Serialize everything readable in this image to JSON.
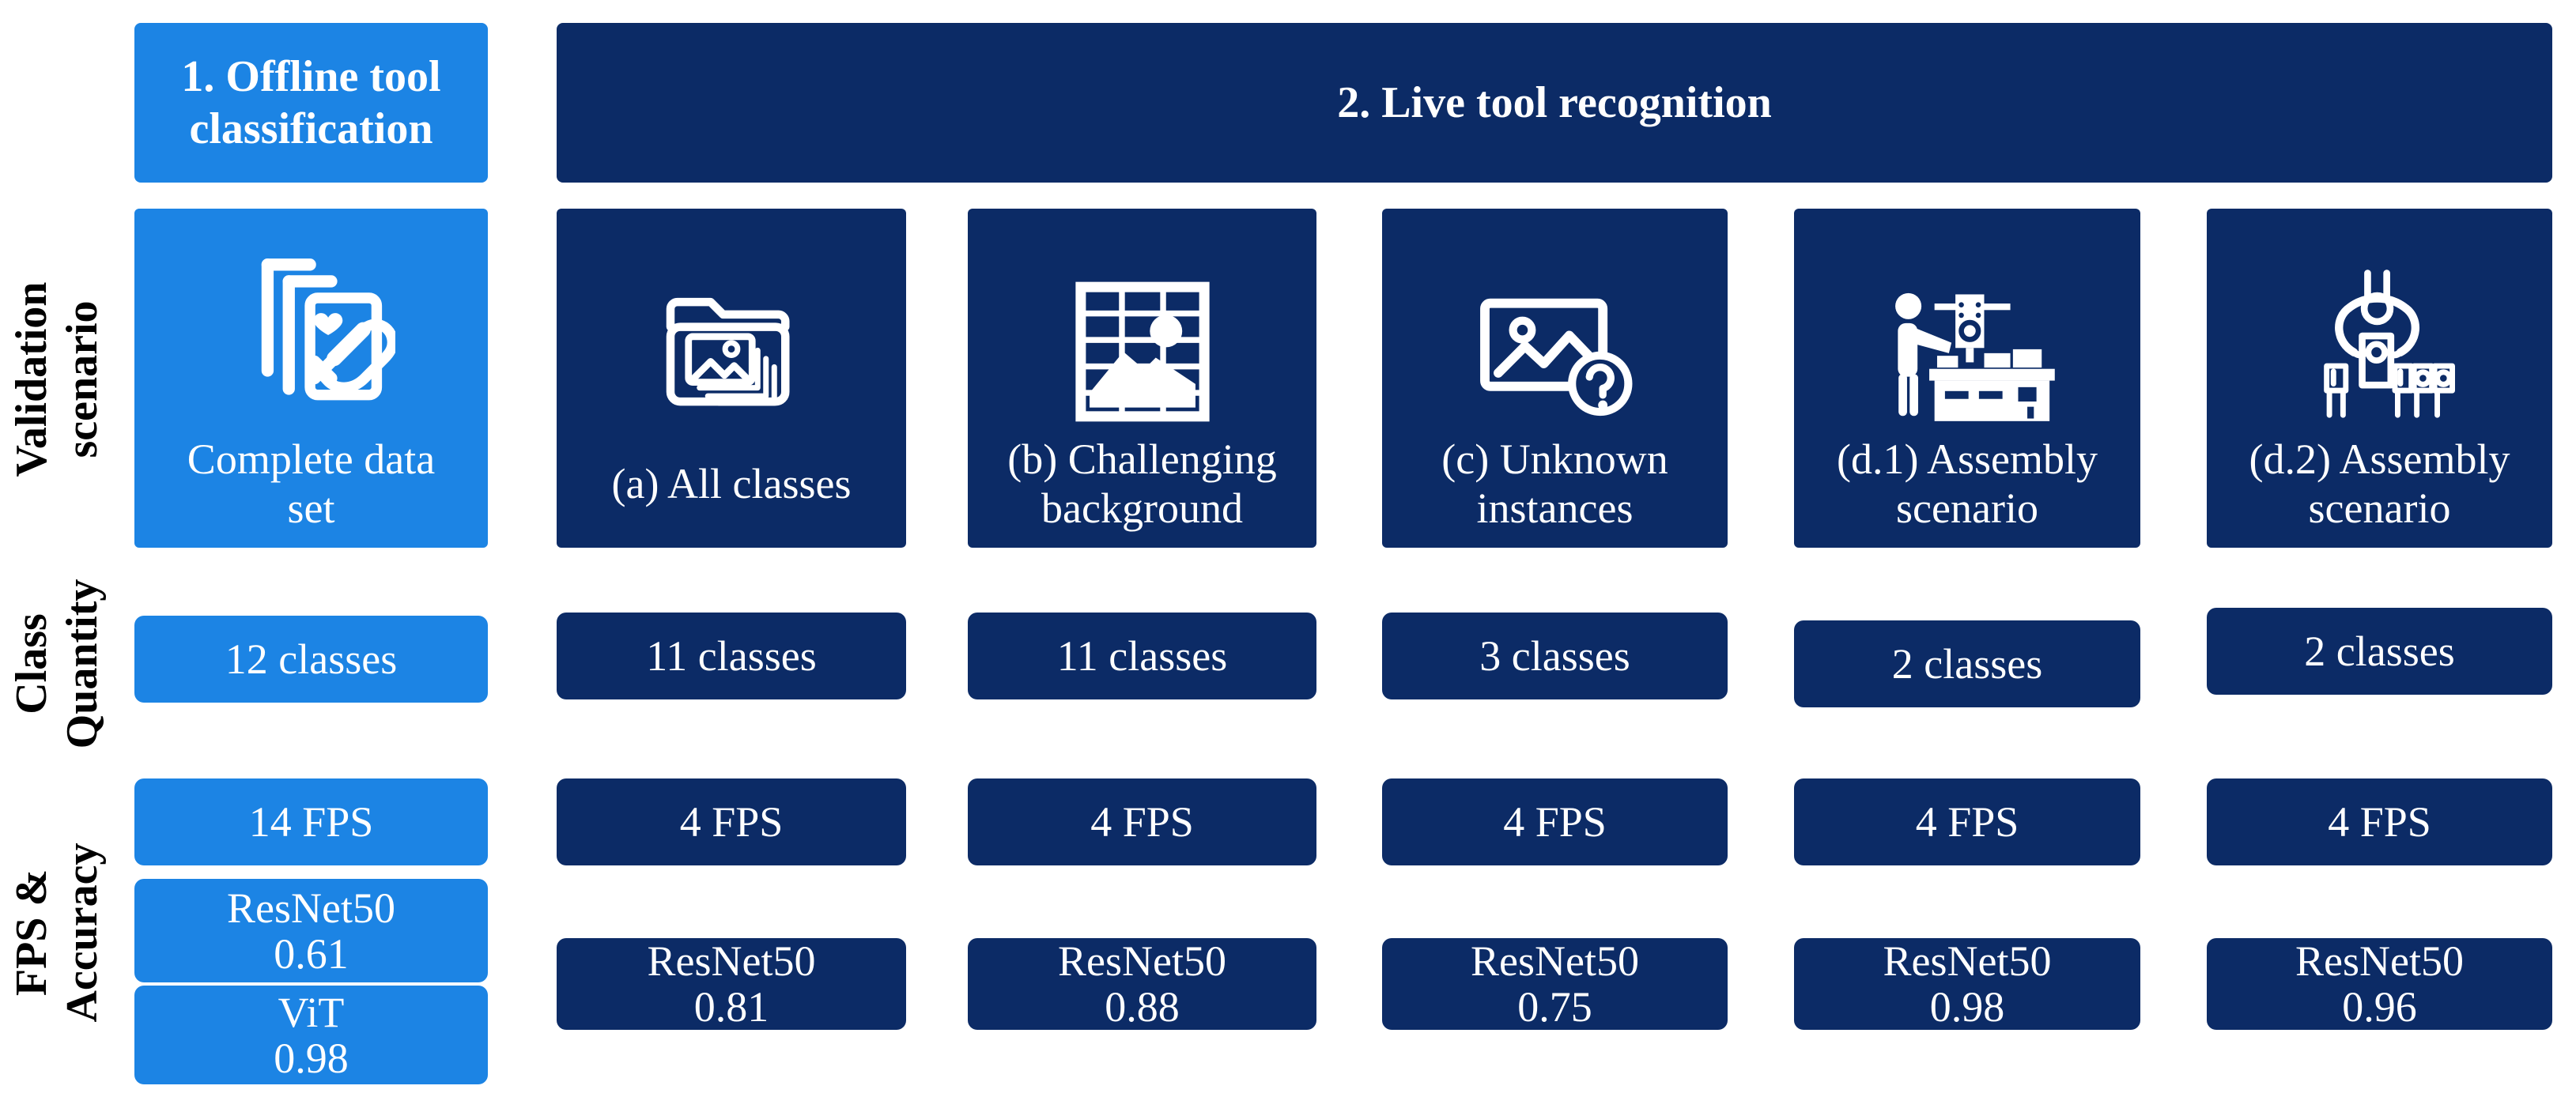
{
  "colors": {
    "light_blue": "#1C84E4",
    "navy": "#0C2B66",
    "text_white": "#FFFFFF",
    "row_label_black": "#000000"
  },
  "headers": {
    "offline": "1. Offline tool\nclassification",
    "live": "2. Live tool recognition"
  },
  "row_labels": {
    "validation_scenario": "Validation\nscenario",
    "class_quantity": "Class\nQuantity",
    "fps_accuracy": "FPS &\nAccuracy"
  },
  "columns": [
    {
      "key": "offline",
      "icon": "dataset-classification-icon",
      "scenario": "Complete data\nset",
      "class_quantity": "12 classes",
      "fps": "14 FPS",
      "accuracy": [
        {
          "model": "ResNet50",
          "score": "0.61"
        },
        {
          "model": "ViT",
          "score": "0.98"
        }
      ]
    },
    {
      "key": "a",
      "icon": "folder-images-icon",
      "scenario": "(a) All classes",
      "class_quantity": "11 classes",
      "fps": "4 FPS",
      "accuracy": [
        {
          "model": "ResNet50",
          "score": "0.81"
        }
      ]
    },
    {
      "key": "b",
      "icon": "grid-image-icon",
      "scenario": "(b) Challenging\nbackground",
      "class_quantity": "11 classes",
      "fps": "4 FPS",
      "accuracy": [
        {
          "model": "ResNet50",
          "score": "0.88"
        }
      ]
    },
    {
      "key": "c",
      "icon": "unknown-image-icon",
      "scenario": "(c) Unknown\ninstances",
      "class_quantity": "3 classes",
      "fps": "4 FPS",
      "accuracy": [
        {
          "model": "ResNet50",
          "score": "0.75"
        }
      ]
    },
    {
      "key": "d1",
      "icon": "assembly-station-icon",
      "scenario": "(d.1) Assembly\nscenario",
      "class_quantity": "2 classes",
      "fps": "4 FPS",
      "accuracy": [
        {
          "model": "ResNet50",
          "score": "0.98"
        }
      ]
    },
    {
      "key": "d2",
      "icon": "robot-gripper-icon",
      "scenario": "(d.2) Assembly\nscenario",
      "class_quantity": "2 classes",
      "fps": "4 FPS",
      "accuracy": [
        {
          "model": "ResNet50",
          "score": "0.96"
        }
      ]
    }
  ]
}
